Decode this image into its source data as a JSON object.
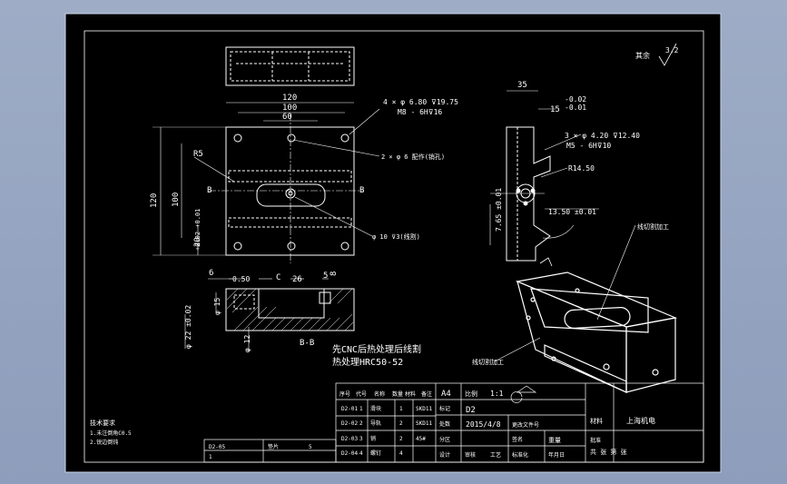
{
  "title_block": {
    "sheet_size": "A4",
    "scale_label": "比例",
    "scale": "1:1",
    "drawing_no": "D2",
    "date": "2015/4/8",
    "company": "上海机电",
    "material_label": "材料",
    "row_labels": [
      "标记",
      "处数",
      "分区",
      "更改文件号",
      "签名",
      "年月日"
    ],
    "row_labels_b": [
      "设计",
      "审核",
      "工艺",
      "标准化",
      "批准"
    ],
    "weight_label": "重量",
    "sheets_label": "共 张 第 张"
  },
  "notes": {
    "heat_treat_line1": "先CNC后热处理后线割",
    "heat_treat_line2": "热处理HRC50-52",
    "roughness_label": "其余",
    "roughness_value": "3.2",
    "tech_req_title": "技术要求",
    "tech_req_lines": [
      "1.未注倒角C0.5",
      "2.锐边倒钝"
    ],
    "section_label": "B-B",
    "view_label_c": "C",
    "leader_top_right": "线切割加工",
    "leader_bottom": "线切割加工"
  },
  "dimensions": {
    "front_width": "120",
    "front_inner": "100",
    "front_holes": "60",
    "front_height": "120",
    "front_inner_height": "100",
    "front_offset": "20",
    "tol_pm": "+0.02 +0.01",
    "r_label": "R5",
    "hole_callout_1": "4 × φ 6.80 ⊽19.75",
    "hole_callout_2": "M8 - 6H⊽16",
    "pin_callout": "2 × φ 6  配作(销孔)",
    "slot_callout": "φ 10  ⊽3(线割)",
    "b_mark": "B",
    "side_width": "35",
    "side_tol_1": "-0.02",
    "side_tol_2": "-0.01",
    "side_15": "15",
    "side_hole_1": "3 × φ 4.20 ⊽12.40",
    "side_hole_2": "M5 - 6H⊽10",
    "side_r": "R14.50",
    "side_1350": "13.50 ±0.01",
    "side_765": "7.65 ±0.01",
    "sec_6": "6",
    "sec_050": "0.50",
    "sec_5": "5",
    "sec_8": "8",
    "sec_26": "26",
    "sec_15": "φ 15",
    "sec_22": "φ 22 ±0.02",
    "sec_12": "φ 12"
  },
  "parts_table": {
    "header": [
      "序号",
      "代号",
      "名称",
      "数量",
      "材料",
      "备注"
    ],
    "rows": [
      [
        "1",
        "D2-01",
        "滑块",
        "1",
        "SKD11",
        ""
      ],
      [
        "2",
        "D2-02",
        "导轨",
        "2",
        "SKD11",
        ""
      ],
      [
        "3",
        "D2-03",
        "销",
        "2",
        "45#",
        ""
      ],
      [
        "4",
        "D2-04",
        "螺钉",
        "4",
        "",
        ""
      ],
      [
        "5",
        "D2-05",
        "垫片",
        "1",
        "",
        ""
      ]
    ]
  }
}
